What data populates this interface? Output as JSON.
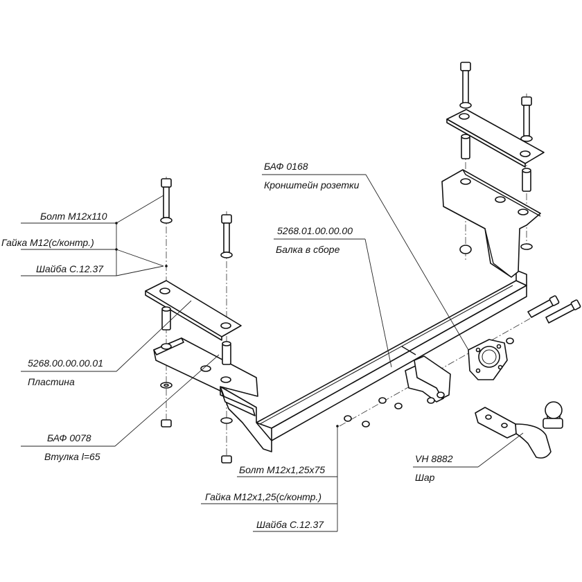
{
  "callouts": {
    "bolt_m12x110": "Болт М12х110",
    "nut_m12": "Гайка М12(с/контр.)",
    "washer_top_left": "Шайба  С.12.37",
    "plate_code": "5268.00.00.00.01",
    "plate_name": "Пластина",
    "bushing_code": "БАФ 0078",
    "bushing_name": "Втулка l=65",
    "socket_bracket_code": "БАФ 0168",
    "socket_bracket_name": "Кронштейн розетки",
    "beam_code": "5268.01.00.00.00",
    "beam_name": "Балка в сборе",
    "ball_code": "VH 8882",
    "ball_name": "Шар",
    "bolt_m12x125": "Болт М12х1,25х75",
    "nut_m12x125": "Гайка М12х1,25(с/контр.)",
    "washer_bottom": "Шайба  С.12.37"
  }
}
